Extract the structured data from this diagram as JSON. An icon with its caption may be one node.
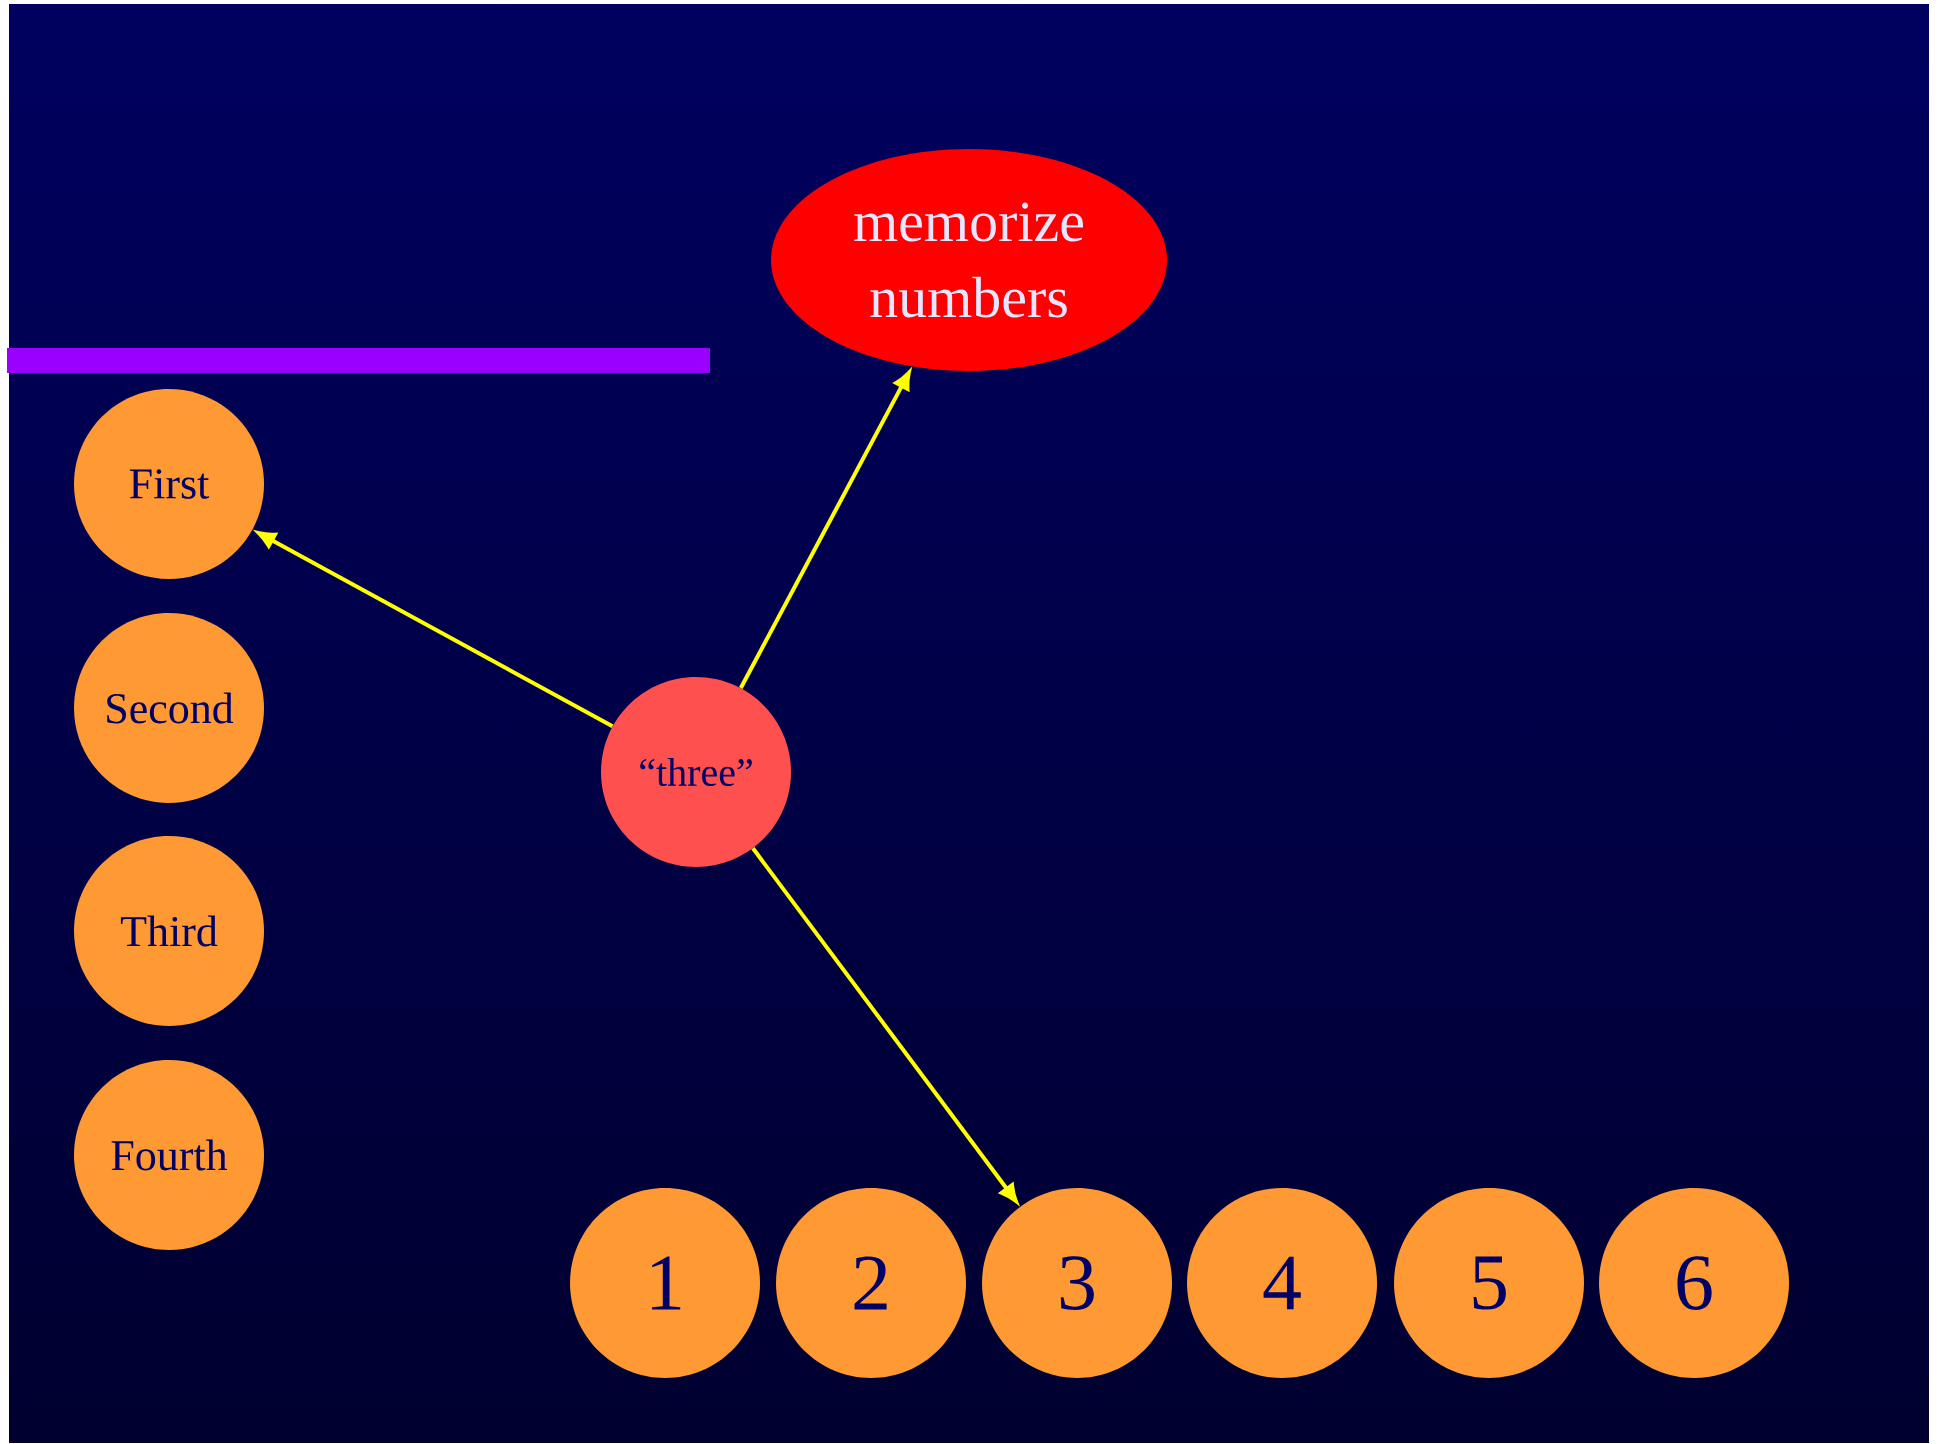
{
  "diagram": {
    "nodes": [
      {
        "text": [
          "memorize numbers"
        ]
      },
      {
        "text": [
          "First"
        ]
      },
      {
        "text": [
          "Second"
        ]
      },
      {
        "text": [
          "Third"
        ]
      },
      {
        "text": [
          "Fourth"
        ]
      },
      {
        "text": [
          "“three”"
        ]
      },
      {
        "text": [
          "1"
        ]
      },
      {
        "text": [
          "2"
        ]
      },
      {
        "text": [
          "3"
        ]
      },
      {
        "text": [
          "4"
        ]
      },
      {
        "text": [
          "5"
        ]
      },
      {
        "text": [
          "6"
        ]
      }
    ],
    "edges": [
      {
        "from": 5,
        "to": 1,
        "arrow": "to"
      },
      {
        "from": 5,
        "to": 0,
        "arrow": "to"
      },
      {
        "from": 5,
        "to": 8,
        "arrow": "to"
      }
    ]
  }
}
